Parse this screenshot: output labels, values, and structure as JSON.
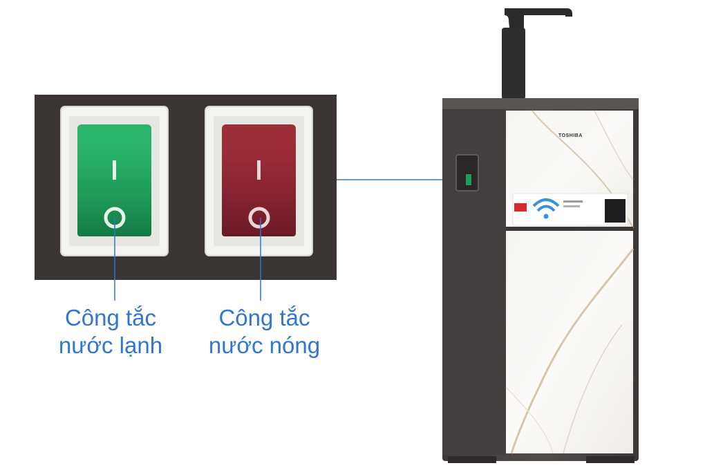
{
  "captions": {
    "cold_switch": {
      "line1": "Công tắc",
      "line2": "nước lạnh"
    },
    "hot_switch": {
      "line1": "Công tắc",
      "line2": "nước nóng"
    }
  },
  "product": {
    "brand": "TOSHIBA"
  },
  "colors": {
    "caption": "#2f77d0",
    "cold_switch": "#1f9b5a",
    "hot_switch": "#8a2430",
    "appliance_body": "#4a4544",
    "panel_background": "#3a3432",
    "callout_line": "#2f77d0"
  },
  "icons": {
    "wifi_sticker": "wifi-icon"
  }
}
